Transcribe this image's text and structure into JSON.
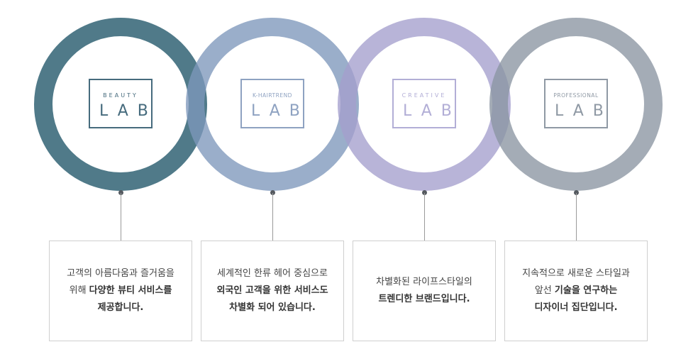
{
  "colors": {
    "ring1": "#1f5468",
    "ring2": "#7d97bb",
    "ring3": "#a49fcd",
    "ring4": "#8a95a1"
  },
  "labs": [
    {
      "top": "BEAUTY",
      "main": "LAB",
      "color": "#466b7d"
    },
    {
      "top": "K-HAIRTREND",
      "main": "LAB",
      "color": "#8ea2c1"
    },
    {
      "top": "CREATIVE",
      "main": "LAB",
      "color": "#b2aed6"
    },
    {
      "top": "PROFESSIONAL",
      "main": "LAB",
      "color": "#8f99a4"
    }
  ],
  "descriptions": [
    {
      "l1": "고객의 아름다움과 즐거움을",
      "l2_plain": "위해 ",
      "l2_bold": "다양한 뷰티 서비스를",
      "l3_bold": "제공합니다."
    },
    {
      "l1": "세계적인 한류 헤어 중심으로",
      "l2_plain": "",
      "l2_bold": "외국인 고객을 위한 서비스도",
      "l3_bold": "차별화 되어 있습니다."
    },
    {
      "l1": "차별화된 라이프스타일의",
      "l2_plain": "",
      "l2_bold": "트렌디한 브랜드입니다.",
      "l3_bold": ""
    },
    {
      "l1": "지속적으로 새로운 스타일과",
      "l2_plain": "앞선 ",
      "l2_bold": "기술을 연구하는",
      "l3_bold": "디자이너 집단입니다."
    }
  ]
}
